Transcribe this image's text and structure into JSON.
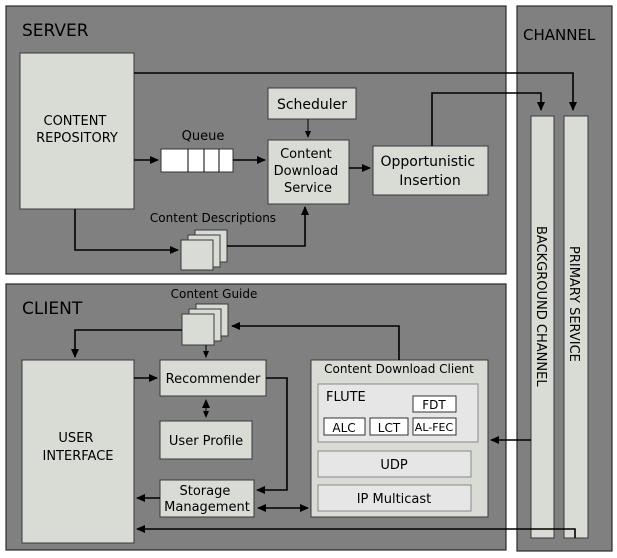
{
  "regions": {
    "server": "SERVER",
    "client": "CLIENT",
    "channel": "CHANNEL"
  },
  "server": {
    "content_repository": [
      "CONTENT",
      "REPOSITORY"
    ],
    "queue": "Queue",
    "scheduler": "Scheduler",
    "content_download_service": [
      "Content",
      "Download",
      "Service"
    ],
    "opportunistic_insertion": [
      "Opportunistic",
      "Insertion"
    ],
    "content_descriptions": "Content Descriptions"
  },
  "channel": {
    "background_channel": "BACKGROUND CHANNEL",
    "primary_service": "PRIMARY SERVICE"
  },
  "client": {
    "content_guide": "Content Guide",
    "user_interface": [
      "USER",
      "INTERFACE"
    ],
    "recommender": "Recommender",
    "user_profile": "User Profile",
    "storage_management": [
      "Storage",
      "Management"
    ],
    "content_download_client": "Content Download Client",
    "flute": "FLUTE",
    "fdt": "FDT",
    "alc": "ALC",
    "lct": "LCT",
    "al_fec": "AL-FEC",
    "udp": "UDP",
    "ip_multicast": "IP Multicast"
  }
}
